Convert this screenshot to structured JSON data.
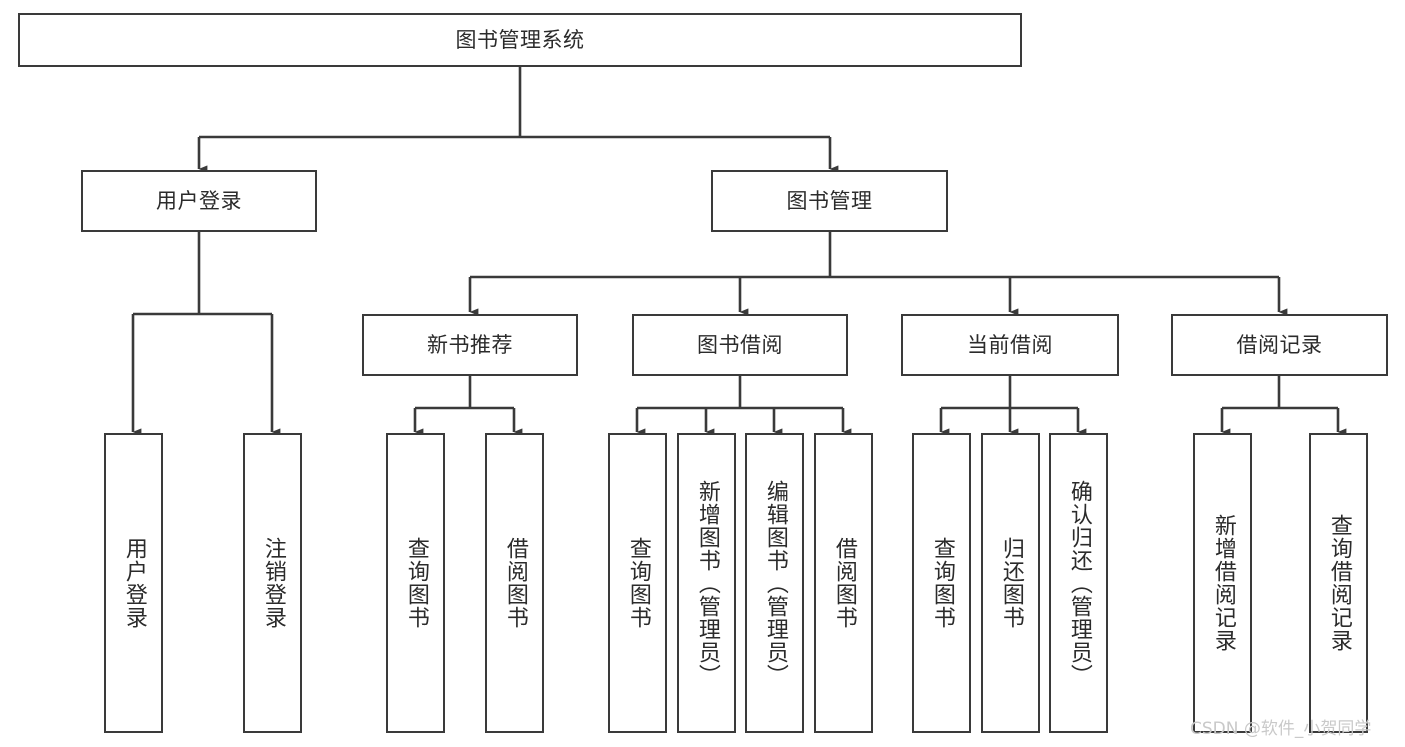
{
  "diagram": {
    "type": "tree",
    "title": "图书管理系统",
    "watermark": "CSDN @软件_小贺同学",
    "colors": {
      "stroke": "#3a3a3a",
      "fill": "#ffffff",
      "text": "#2b2b2b",
      "watermark": "#c9c9c9"
    },
    "nodes": {
      "root": {
        "label": "图书管理系统",
        "orientation": "horizontal"
      },
      "level1": [
        {
          "label": "用户登录",
          "orientation": "horizontal"
        },
        {
          "label": "图书管理",
          "orientation": "horizontal"
        }
      ],
      "level2": [
        {
          "label": "新书推荐",
          "orientation": "horizontal"
        },
        {
          "label": "图书借阅",
          "orientation": "horizontal"
        },
        {
          "label": "当前借阅",
          "orientation": "horizontal"
        },
        {
          "label": "借阅记录",
          "orientation": "horizontal"
        }
      ],
      "leaves": {
        "用户登录": [
          {
            "label": "用户登录",
            "orientation": "vertical"
          },
          {
            "label": "注销登录",
            "orientation": "vertical"
          }
        ],
        "新书推荐": [
          {
            "label": "查询图书",
            "orientation": "vertical"
          },
          {
            "label": "借阅图书",
            "orientation": "vertical"
          }
        ],
        "图书借阅": [
          {
            "label": "查询图书",
            "orientation": "vertical"
          },
          {
            "label": "新增图书（管理员）",
            "orientation": "vertical"
          },
          {
            "label": "编辑图书（管理员）",
            "orientation": "vertical"
          },
          {
            "label": "借阅图书",
            "orientation": "vertical"
          }
        ],
        "当前借阅": [
          {
            "label": "查询图书",
            "orientation": "vertical"
          },
          {
            "label": "归还图书",
            "orientation": "vertical"
          },
          {
            "label": "确认归还（管理员）",
            "orientation": "vertical"
          }
        ],
        "借阅记录": [
          {
            "label": "新增借阅记录",
            "orientation": "vertical"
          },
          {
            "label": "查询借阅记录",
            "orientation": "vertical"
          }
        ]
      }
    },
    "edges": [
      {
        "from": "图书管理系统",
        "to": "用户登录"
      },
      {
        "from": "图书管理系统",
        "to": "图书管理"
      },
      {
        "from": "图书管理",
        "to": "新书推荐"
      },
      {
        "from": "图书管理",
        "to": "图书借阅"
      },
      {
        "from": "图书管理",
        "to": "当前借阅"
      },
      {
        "from": "图书管理",
        "to": "借阅记录"
      },
      {
        "from": "用户登录",
        "to": "用户登录(叶)"
      },
      {
        "from": "用户登录",
        "to": "注销登录"
      },
      {
        "from": "新书推荐",
        "to": "查询图书"
      },
      {
        "from": "新书推荐",
        "to": "借阅图书"
      },
      {
        "from": "图书借阅",
        "to": "查询图书"
      },
      {
        "from": "图书借阅",
        "to": "新增图书（管理员）"
      },
      {
        "from": "图书借阅",
        "to": "编辑图书（管理员）"
      },
      {
        "from": "图书借阅",
        "to": "借阅图书"
      },
      {
        "from": "当前借阅",
        "to": "查询图书"
      },
      {
        "from": "当前借阅",
        "to": "归还图书"
      },
      {
        "from": "当前借阅",
        "to": "确认归还（管理员）"
      },
      {
        "from": "借阅记录",
        "to": "新增借阅记录"
      },
      {
        "from": "借阅记录",
        "to": "查询借阅记录"
      }
    ]
  }
}
